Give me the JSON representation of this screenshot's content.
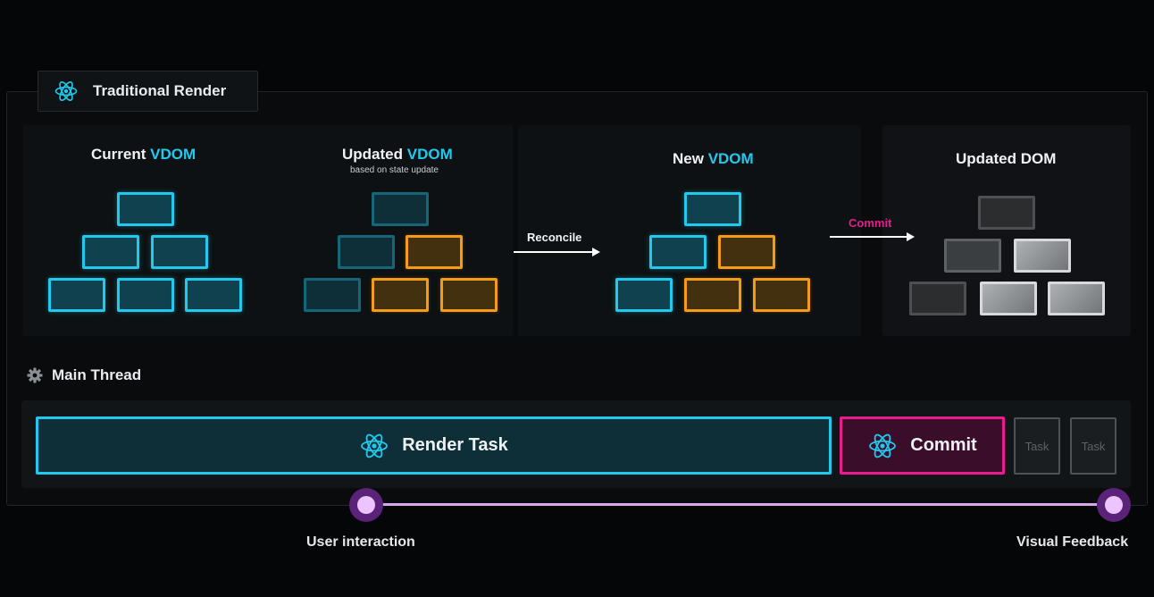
{
  "header": {
    "title": "Traditional Render",
    "icon": "react-atom-icon"
  },
  "stages": {
    "current_vdom": {
      "title_prefix": "Current ",
      "title_highlight": "VDOM"
    },
    "updated_vdom": {
      "title_prefix": "Updated ",
      "title_highlight": "VDOM",
      "subtitle": "based on state update"
    },
    "new_vdom": {
      "title_prefix": "New ",
      "title_highlight": "VDOM"
    },
    "updated_dom": {
      "title": "Updated DOM"
    }
  },
  "arrows": {
    "reconcile": {
      "label": "Reconcile",
      "color": "#ffffff"
    },
    "commit": {
      "label": "Commit",
      "color": "#e81c8f"
    }
  },
  "main_thread": {
    "label": "Main Thread",
    "icon": "gear-icon",
    "tasks": {
      "render": {
        "label": "Render Task",
        "icon": "react-atom-icon"
      },
      "commit": {
        "label": "Commit",
        "icon": "react-atom-icon"
      },
      "task1": {
        "label": "Task"
      },
      "task2": {
        "label": "Task"
      }
    }
  },
  "timeline": {
    "start_label": "User interaction",
    "end_label": "Visual Feedback"
  },
  "colors": {
    "vdom_highlight": "#22c9ee",
    "unchanged_node": "#22c9ee",
    "changed_node": "#f49b17",
    "commit_accent": "#e81c8f",
    "timeline": "#d7a6ee",
    "background": "#050607"
  }
}
